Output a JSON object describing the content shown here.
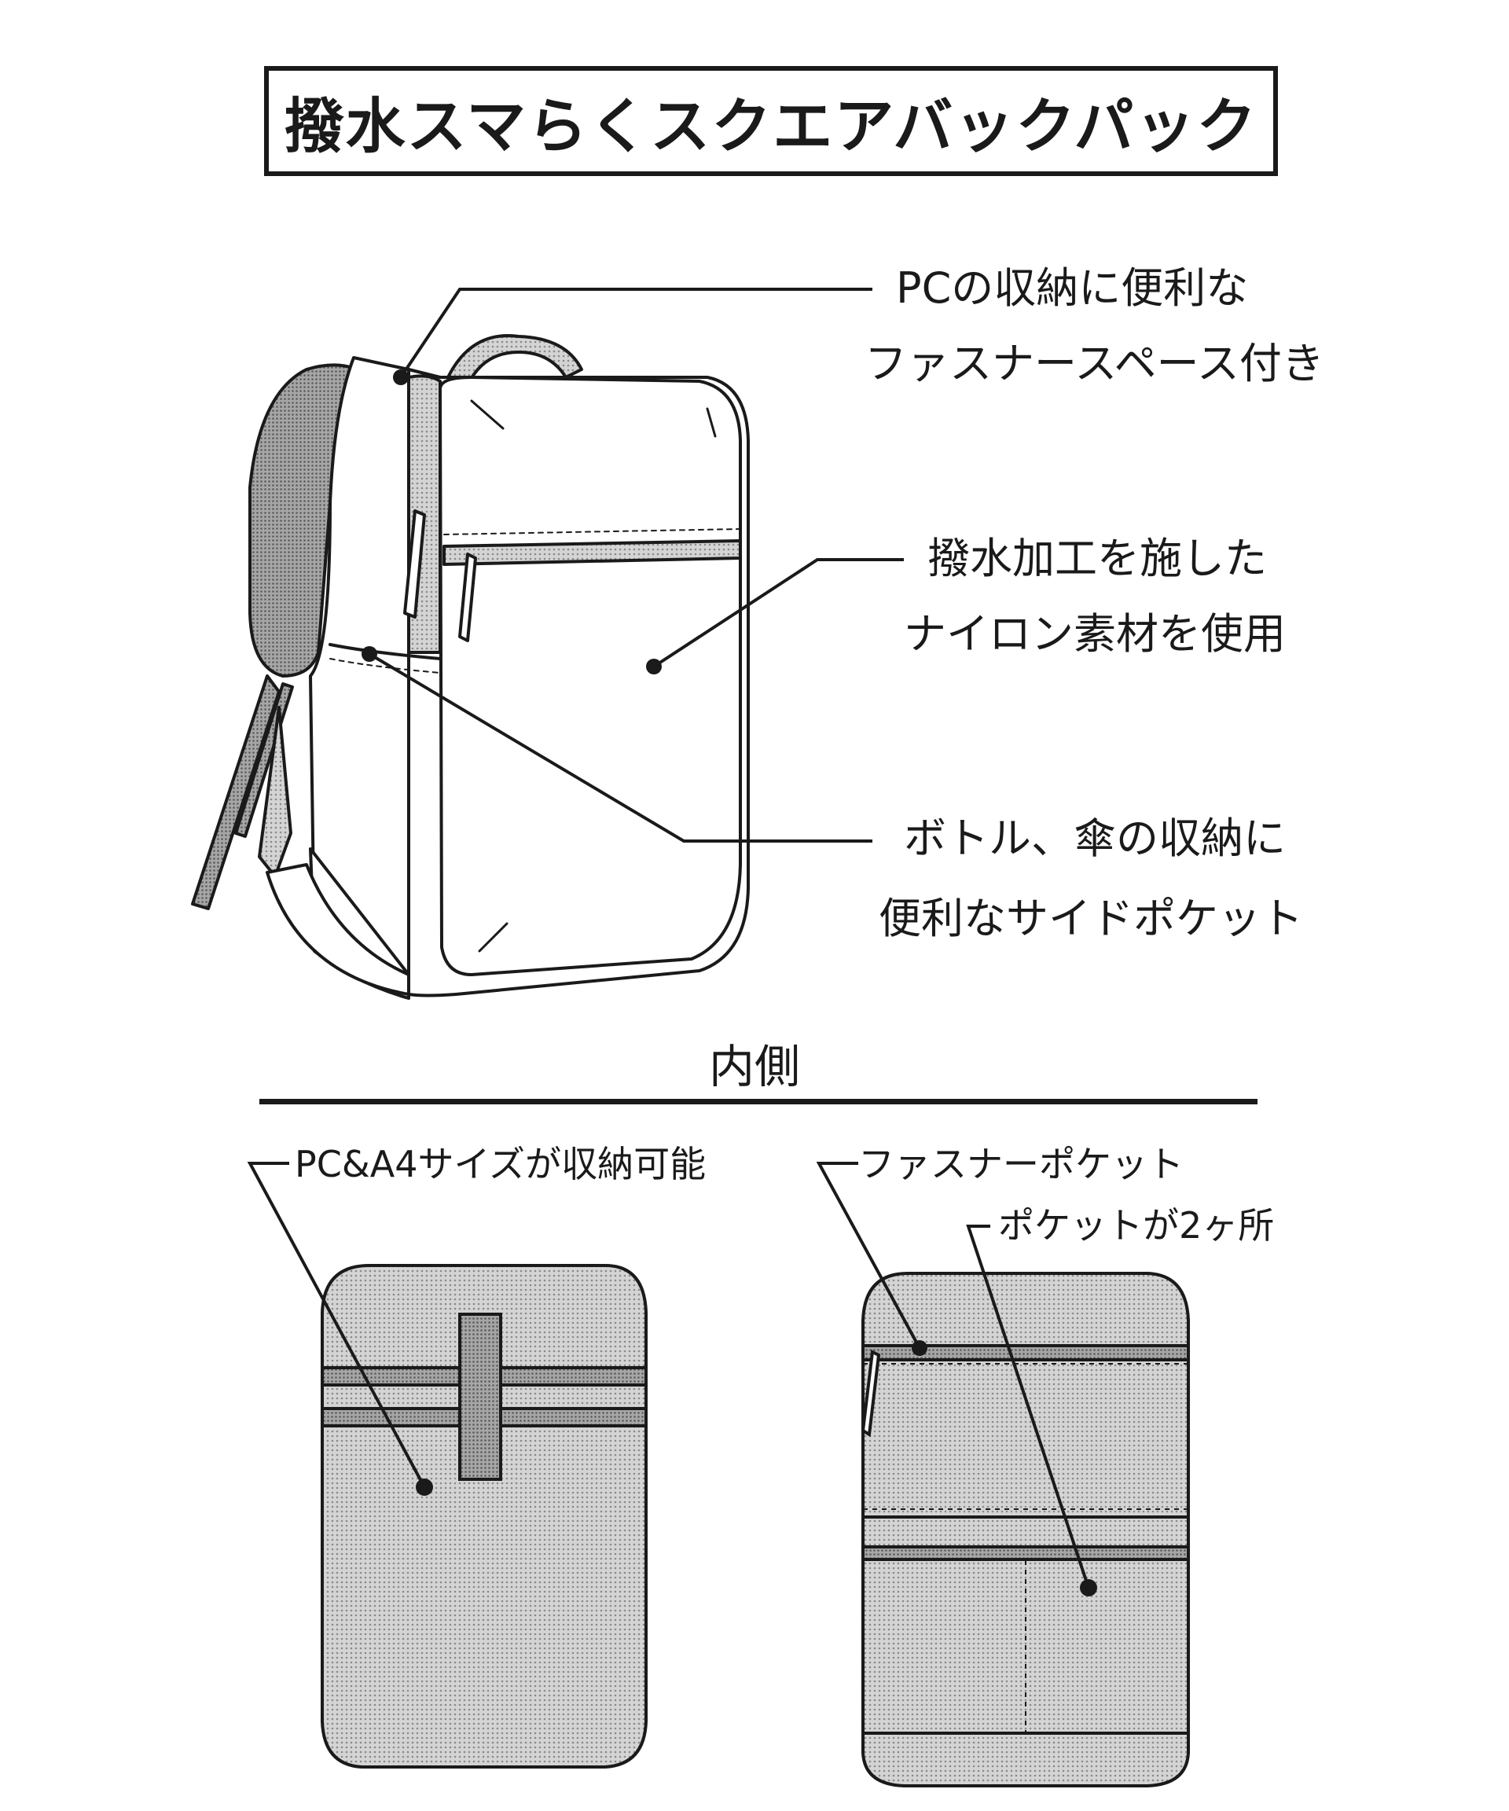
{
  "title": "撥水スマらくスクエアバックパック",
  "callouts": {
    "pc_space": [
      "PCの収納に便利な",
      "ファスナースペース付き"
    ],
    "nylon": [
      "撥水加工を施した",
      "ナイロン素材を使用"
    ],
    "side_pocket": [
      "ボトル、傘の収納に",
      "便利なサイドポケット"
    ]
  },
  "inside": {
    "section_title": "内側",
    "pc_a4": "PC&A4サイズが収納可能",
    "zip_pocket": "ファスナーポケット",
    "pocket_count": "ポケットが2ヶ所"
  },
  "colors": {
    "ink": "#1a1a1a",
    "mesh_fill": "#b5b5b5",
    "panel_fill": "#d6d6d6",
    "paper": "#ffffff"
  }
}
